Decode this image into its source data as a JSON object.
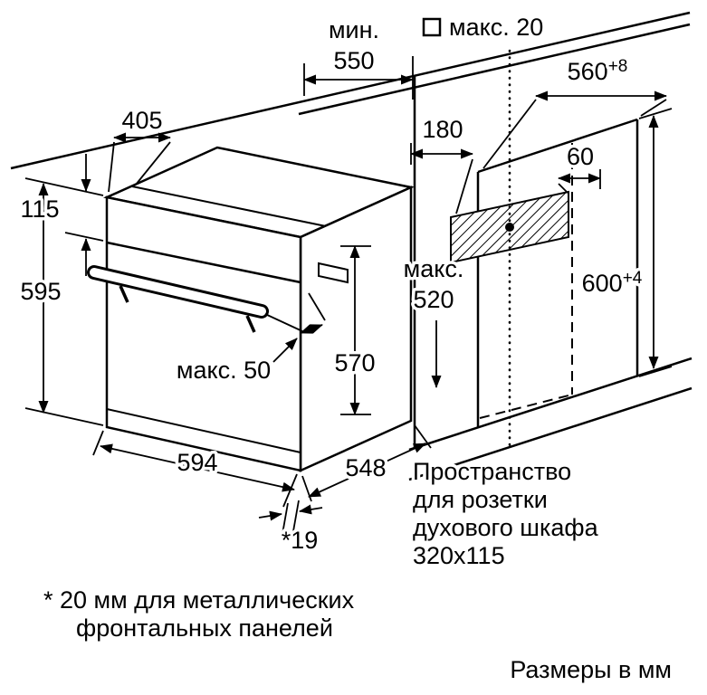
{
  "diagram": {
    "note_units": "Размеры в мм",
    "footnote": {
      "l1": "* 20 мм для металлических",
      "l2": "фронтальных панелей"
    },
    "socket_note": {
      "l1": "Пространство",
      "l2": "для розетки",
      "l3": "духового шкафа",
      "l4": "320x115"
    },
    "dims": {
      "min_word": "мин.",
      "min550": "550",
      "max_wall": "макс. 20",
      "w560": "560",
      "w560sup": "+8",
      "h600": "600",
      "h600sup": "+4",
      "d405": "405",
      "d115": "115",
      "d595": "595",
      "d594": "594",
      "d548": "548",
      "d570": "570",
      "max_word": "макс.",
      "max520": "520",
      "handle_max": "макс. 50",
      "gap19": "*19",
      "off180": "180",
      "off60": "60"
    },
    "colors": {
      "ink": "#000000",
      "paper": "#ffffff"
    }
  }
}
